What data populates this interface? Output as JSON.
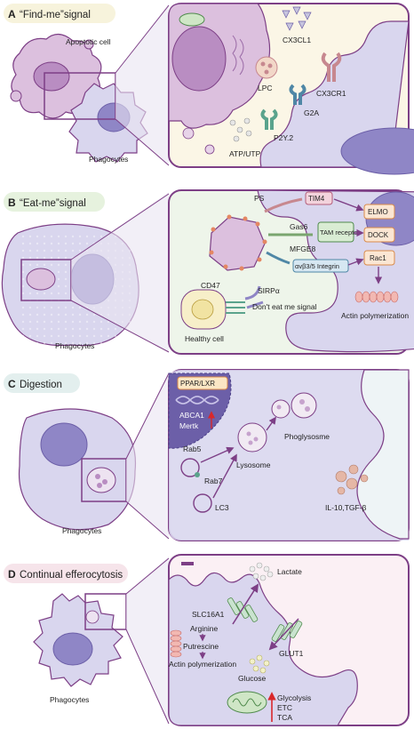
{
  "panels": [
    {
      "letter": "A",
      "title": "“Find-me”signal",
      "header_color": "#f7f3dc",
      "labels": {
        "apoptotic": "Apoptotic cell",
        "phagocytes": "Phagocytes",
        "cx3cl1": "CX3CL1",
        "cx3cr1": "CX3CR1",
        "lpc": "LPC",
        "g2a": "G2A",
        "p2y2": "P2Y.2",
        "atp": "ATP/UTP"
      }
    },
    {
      "letter": "B",
      "title": "“Eat-me”signal",
      "header_color": "#e6f2de",
      "labels": {
        "phagocytes": "Phagocytes",
        "ps": "PS",
        "tim4": "TIM4",
        "gas6": "Gas6",
        "tam": "TAM receptor",
        "mfge8": "MFGE8",
        "integrin": "αvβ3/5 Integrin",
        "elmo": "ELMO",
        "dock": "DOCK",
        "rac1": "Rac1",
        "actin": "Actin polymerization",
        "cd47": "CD47",
        "sirpa": "SIRPα",
        "dont_eat": "Don't eat me signal",
        "healthy": "Healthy cell"
      }
    },
    {
      "letter": "C",
      "title": "Digestion",
      "header_color": "#e3efee",
      "labels": {
        "phagocytes": "Phagocytes",
        "ppar": "PPAR/LXR",
        "abca1": "ABCA1",
        "mertk": "Mertk",
        "phago": "Phoglysosme",
        "rab5": "Rab5",
        "lysosome": "Lysosome",
        "rab7": "Rab7",
        "lc3": "LC3",
        "il10": "IL-10,TGF-β"
      }
    },
    {
      "letter": "D",
      "title": "Continual efferocytosis",
      "header_color": "#f6e4ea",
      "labels": {
        "phagocytes": "Phagocytes",
        "lactate": "Lactate",
        "slc16a1": "SLC16A1",
        "arginine": "Arginine",
        "putrescine": "Putrescine",
        "actin": "Actin polymerization",
        "glut1": "GLUT1",
        "glucose": "Glucose",
        "glycolysis": "Glycolysis",
        "etc": "ETC",
        "tca": "TCA"
      }
    }
  ],
  "colors": {
    "frame": "#7d3f86",
    "cell_fill": "#d9d6ee",
    "nucleus": "#8f86c6",
    "apoptotic_fill": "#dcc0de",
    "up_arrow": "#d9282b"
  }
}
